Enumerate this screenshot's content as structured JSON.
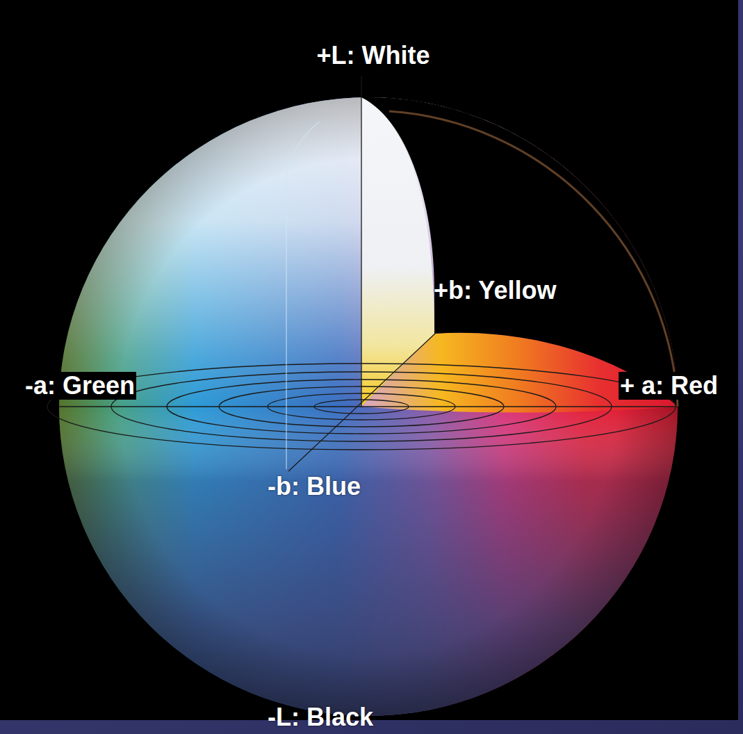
{
  "diagram": {
    "labels": [
      "+L: White",
      "+b: Yellow",
      "-a: Green",
      "+ a: Red",
      "-b: Blue",
      "-L: Black"
    ]
  }
}
